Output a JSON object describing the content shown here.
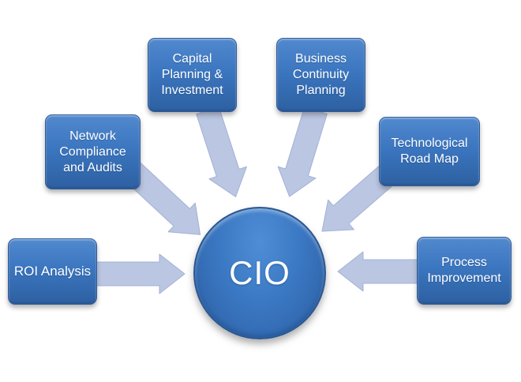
{
  "diagram": {
    "center": {
      "label": "CIO"
    },
    "nodes": [
      {
        "id": "roi-analysis",
        "label": "ROI Analysis"
      },
      {
        "id": "network-compliance",
        "label": "Network\nCompliance\nand Audits"
      },
      {
        "id": "capital-planning",
        "label": "Capital\nPlanning &\nInvestment"
      },
      {
        "id": "business-continuity",
        "label": "Business\nContinuity\nPlanning"
      },
      {
        "id": "technological-roadmap",
        "label": "Technological\nRoad Map"
      },
      {
        "id": "process-improvement",
        "label": "Process\nImprovement"
      }
    ],
    "colors": {
      "background": "#ffffff",
      "node_fill_top": "#5289ce",
      "node_fill_mid": "#3b76c0",
      "node_fill_bottom": "#2d60a1",
      "node_border": "#2f5c9b",
      "circle_fill_top": "#4f8ed6",
      "circle_fill_bottom": "#2d5fa0",
      "circle_border": "#2b5894",
      "arrow_fill": "#bac6e2",
      "arrow_stroke": "#a3b2d4",
      "text": "#ffffff"
    }
  }
}
